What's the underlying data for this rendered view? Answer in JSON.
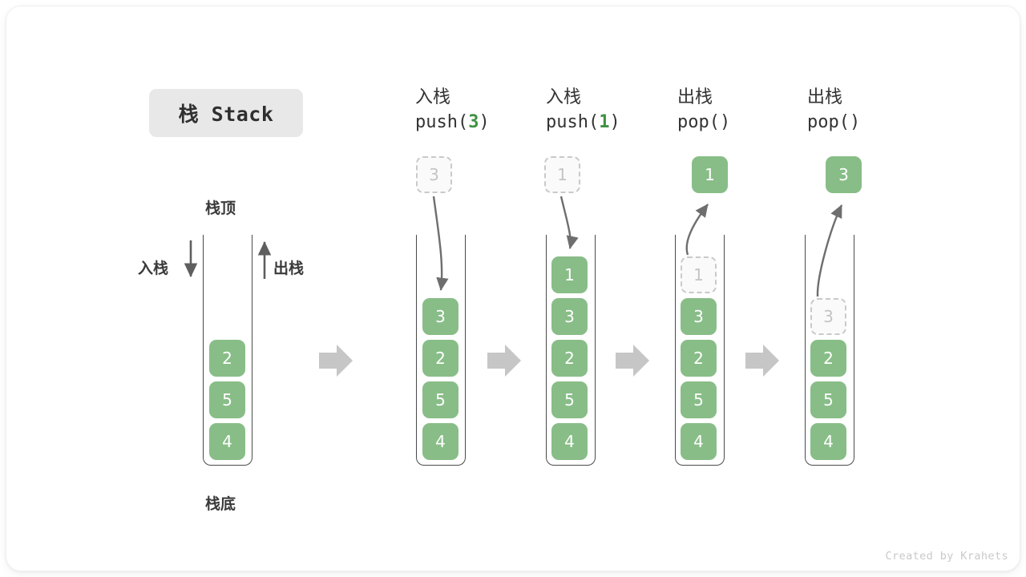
{
  "diagram": {
    "title": "栈 Stack",
    "credit": "Created by Krahets",
    "colors": {
      "cell_fill": "#88bd87",
      "cell_text": "#ffffff",
      "ghost_fill": "#fafafa",
      "ghost_border": "#c9c9c9",
      "ghost_text": "#c4c4c4",
      "tube_stroke": "#4a4a4a",
      "arrow_gray": "#6e6e6e",
      "block_arrow": "#c6c6c6",
      "accent_green": "#3f9142",
      "chip_bg": "#e8e8e8"
    },
    "legend": {
      "top_label": "栈顶",
      "bottom_label": "栈底",
      "push_label": "入栈",
      "pop_label": "出栈",
      "push_arrow_icon": "arrow-down-icon",
      "pop_arrow_icon": "arrow-up-icon"
    },
    "steps": [
      {
        "id": "initial",
        "op_cn": "",
        "op_code": "",
        "stack": [
          "2",
          "5",
          "4"
        ],
        "ghost_in_stack": null,
        "floating": null,
        "floating_kind": null
      },
      {
        "id": "push-3",
        "op_cn": "入栈",
        "op_code_prefix": "push(",
        "op_code_arg": "3",
        "op_code_suffix": ")",
        "stack": [
          "3",
          "2",
          "5",
          "4"
        ],
        "ghost_in_stack": null,
        "floating": "3",
        "floating_kind": "ghost",
        "motion_icon": "curved-arrow-down-icon"
      },
      {
        "id": "push-1",
        "op_cn": "入栈",
        "op_code_prefix": "push(",
        "op_code_arg": "1",
        "op_code_suffix": ")",
        "stack": [
          "1",
          "3",
          "2",
          "5",
          "4"
        ],
        "ghost_in_stack": null,
        "floating": "1",
        "floating_kind": "ghost",
        "motion_icon": "curved-arrow-down-icon"
      },
      {
        "id": "pop-1",
        "op_cn": "出栈",
        "op_code_prefix": "pop(",
        "op_code_arg": "",
        "op_code_suffix": ")",
        "stack": [
          "3",
          "2",
          "5",
          "4"
        ],
        "ghost_in_stack": "1",
        "floating": "1",
        "floating_kind": "filled",
        "motion_icon": "curved-arrow-up-icon"
      },
      {
        "id": "pop-3",
        "op_cn": "出栈",
        "op_code_prefix": "pop(",
        "op_code_arg": "",
        "op_code_suffix": ")",
        "stack": [
          "2",
          "5",
          "4"
        ],
        "ghost_in_stack": "3",
        "floating": "3",
        "floating_kind": "filled",
        "motion_icon": "curved-arrow-up-icon"
      }
    ],
    "flow_arrows": [
      "block-arrow-right-icon",
      "block-arrow-right-icon",
      "block-arrow-right-icon",
      "block-arrow-right-icon"
    ]
  }
}
